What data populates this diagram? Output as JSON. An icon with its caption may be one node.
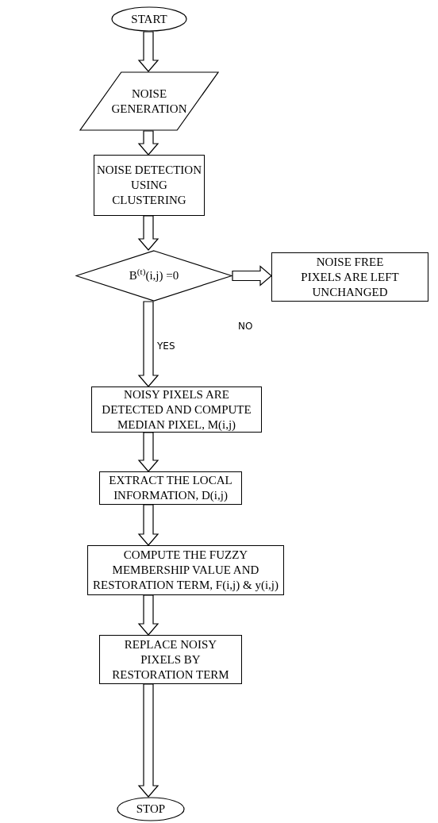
{
  "diagram": {
    "nodes": [
      {
        "text": [
          "START"
        ]
      },
      {
        "text": [
          "NOISE GENERATION"
        ]
      },
      {
        "text": [
          "NOISE DETECTION USING CLUSTERING"
        ]
      },
      {
        "text": [
          "B$^{(t)}$(i,j) =0"
        ]
      },
      {
        "text": [
          "NOISE FREE PIXELS ARE LEFT UNCHANGED"
        ]
      },
      {
        "text": [
          "NOISY PIXELS ARE DETECTED AND COMPUTE MEDIAN PIXEL, M(i,j)"
        ]
      },
      {
        "text": [
          "EXTRACT THE LOCAL INFORMATION, D(i,j)"
        ]
      },
      {
        "text": [
          "COMPUTE THE FUZZY MEMBERSHIP VALUE AND RESTORATION TERM, F(i,j) & y(i,j)"
        ]
      },
      {
        "text": [
          "REPLACE NOISY PIXELS BY RESTORATION TERM"
        ]
      },
      {
        "text": [
          "STOP"
        ]
      }
    ],
    "edges": [
      {
        "from": 0,
        "to": 1,
        "arrow": "to"
      },
      {
        "from": 1,
        "to": 2,
        "arrow": "to"
      },
      {
        "from": 2,
        "to": 3,
        "arrow": "to"
      },
      {
        "from": 3,
        "to": 4,
        "arrow": "to",
        "label": "NO"
      },
      {
        "from": 3,
        "to": 5,
        "arrow": "to",
        "label": "YES"
      },
      {
        "from": 5,
        "to": 6,
        "arrow": "to"
      },
      {
        "from": 6,
        "to": 7,
        "arrow": "to"
      },
      {
        "from": 7,
        "to": 8,
        "arrow": "to"
      },
      {
        "from": 8,
        "to": 9,
        "arrow": "to"
      }
    ]
  }
}
